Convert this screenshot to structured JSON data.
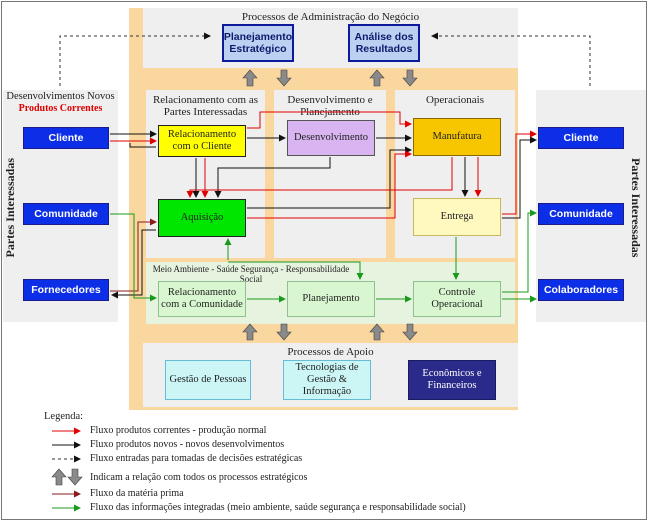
{
  "header": {
    "admin_title": "Processos de Administração do Negócio",
    "planning_box": "Planejamento Estratégico",
    "analysis_box": "Análise dos Resultados"
  },
  "left_panel": {
    "title": "Desenvolvimentos Novos",
    "subtitle": "Produtos Correntes",
    "side_label": "Partes Interessadas",
    "items": [
      "Cliente",
      "Comunidade",
      "Fornecedores"
    ]
  },
  "right_panel": {
    "side_label": "Partes Interessadas",
    "items": [
      "Cliente",
      "Comunidade",
      "Colaboradores"
    ]
  },
  "columns": {
    "col1_title": "Relacionamento com as Partes Interessadas",
    "col2_title": "Desenvolvimento e Planejamento",
    "col3_title": "Operacionais"
  },
  "boxes": {
    "relacionamento_cliente": "Relacionamento com o Cliente",
    "desenvolvimento": "Desenvolvimento",
    "manufatura": "Manufatura",
    "aquisicao": "Aquisição",
    "entrega": "Entrega",
    "relacionamento_comunidade": "Relacionamento com a Comunidade",
    "planejamento": "Planejamento",
    "controle": "Controle Operacional"
  },
  "env_band": "Meio Ambiente - Saúde Segurança - Responsabilidade Social",
  "support": {
    "title": "Processos de Apoio",
    "items": [
      "Gestão de Pessoas",
      "Tecnologias de Gestão & Informação",
      "Econômicos e Financeiros"
    ]
  },
  "legend": {
    "title": "Legenda:",
    "items": [
      "Fluxo produtos correntes - produção normal",
      "Fluxo produtos novos - novos desenvolvimentos",
      "Fluxo entradas para tomadas de decisões estratégicas",
      "Indicam a relação com todos os processos estratégicos",
      "Fluxo da matéria prima",
      "Fluxo das informações integradas (meio ambiente, saúde segurança e responsabilidade social)"
    ]
  },
  "colors": {
    "orange": "#fbd7a0",
    "region": "#efefef",
    "blue": "#0b2ee6",
    "yellow": "#ffff00",
    "lilac": "#d8b4f0",
    "gold": "#f7c600",
    "green": "#00e600",
    "light_yellow": "#fff8bf",
    "light_green": "#d8f7d0",
    "cyan": "#ccf6f6",
    "dark_blue": "#2a2a8a"
  }
}
